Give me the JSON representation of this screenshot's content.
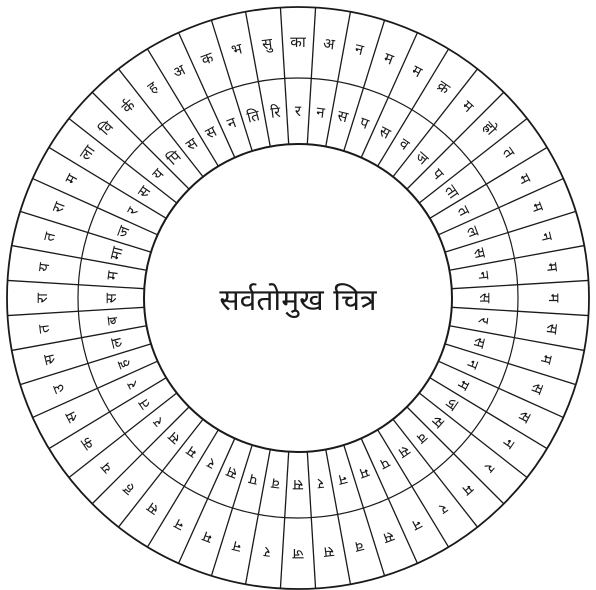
{
  "center_label": "सर्वतोमुख चित्र",
  "ring": {
    "segment_count": 52,
    "stroke_color": "#1a1a1a",
    "background": "#ffffff"
  },
  "segments": [
    {
      "outer": "का",
      "inner": "र"
    },
    {
      "outer": "अ",
      "inner": "न"
    },
    {
      "outer": "न",
      "inner": "स"
    },
    {
      "outer": "म",
      "inner": "प"
    },
    {
      "outer": "म",
      "inner": "स"
    },
    {
      "outer": "क्र",
      "inner": "व"
    },
    {
      "outer": "म",
      "inner": "ज"
    },
    {
      "outer": "ह्रो",
      "inner": "प"
    },
    {
      "outer": "त",
      "inner": "ता"
    },
    {
      "outer": "म",
      "inner": "त"
    },
    {
      "outer": "म",
      "inner": "ल"
    },
    {
      "outer": "न",
      "inner": "स"
    },
    {
      "outer": "म",
      "inner": "न"
    },
    {
      "outer": "म",
      "inner": "स"
    },
    {
      "outer": "स",
      "inner": "र"
    },
    {
      "outer": "म",
      "inner": "स"
    },
    {
      "outer": "स",
      "inner": "न"
    },
    {
      "outer": "स",
      "inner": "म"
    },
    {
      "outer": "न",
      "inner": "ज"
    },
    {
      "outer": "र",
      "inner": "स"
    },
    {
      "outer": "म",
      "inner": "व"
    },
    {
      "outer": "र",
      "inner": "स"
    },
    {
      "outer": "न",
      "inner": "प"
    },
    {
      "outer": "स",
      "inner": "म"
    },
    {
      "outer": "व",
      "inner": "न"
    },
    {
      "outer": "स",
      "inner": "र"
    },
    {
      "outer": "ज",
      "inner": "स"
    },
    {
      "outer": "र",
      "inner": "व"
    },
    {
      "outer": "न",
      "inner": "प"
    },
    {
      "outer": "म",
      "inner": "स"
    },
    {
      "outer": "न",
      "inner": "र"
    },
    {
      "outer": "स",
      "inner": "म"
    },
    {
      "outer": "ह",
      "inner": "स"
    },
    {
      "outer": "य",
      "inner": "र"
    },
    {
      "outer": "क",
      "inner": "त"
    },
    {
      "outer": "स",
      "inner": "र"
    },
    {
      "outer": "उ",
      "inner": "ह"
    },
    {
      "outer": "स",
      "inner": "ल"
    },
    {
      "outer": "त",
      "inner": "ब"
    },
    {
      "outer": "रा",
      "inner": "स"
    },
    {
      "outer": "य",
      "inner": "म"
    },
    {
      "outer": "त",
      "inner": "मा"
    },
    {
      "outer": "रा",
      "inner": "ज"
    },
    {
      "outer": "म",
      "inner": "र"
    },
    {
      "outer": "ला",
      "inner": "स"
    },
    {
      "outer": "वि",
      "inner": "य"
    },
    {
      "outer": "र्क",
      "inner": "पि"
    },
    {
      "outer": "ह",
      "inner": "स"
    },
    {
      "outer": "अ",
      "inner": "स"
    },
    {
      "outer": "क",
      "inner": "न"
    },
    {
      "outer": "भ",
      "inner": "ति"
    },
    {
      "outer": "सु",
      "inner": "रि"
    }
  ]
}
